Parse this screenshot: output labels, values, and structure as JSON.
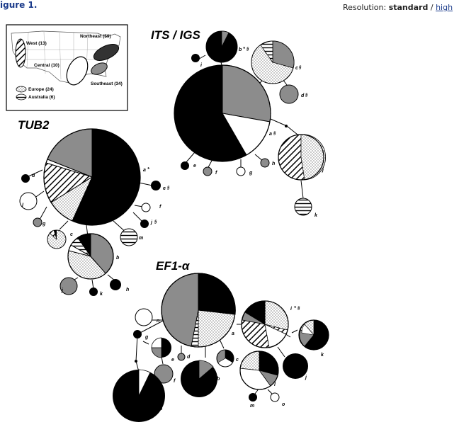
{
  "header": {
    "figure_label": "igure 1.",
    "resolution_label": "Resolution:",
    "resolution_current": "standard",
    "resolution_sep": "/",
    "resolution_link": "high"
  },
  "map_legend": {
    "west": "West (13)",
    "central": "Central (10)",
    "northeast": "Northeast (59)",
    "southeast": "Southeast (34)",
    "europe": "Europe (24)",
    "australia": "Australia (6)"
  },
  "panels": {
    "its": {
      "title": "ITS / IGS",
      "labels": [
        "b",
        "*",
        "§",
        "c",
        "§",
        "d",
        "§",
        "i",
        "a",
        "§",
        "e",
        "f",
        "g",
        "h",
        "j",
        "k"
      ]
    },
    "tub2": {
      "title": "TUB2",
      "labels": [
        "a",
        "*",
        "d",
        "e",
        "§",
        "l",
        "f",
        "g",
        "j",
        "§",
        "c",
        "m",
        "b",
        "j",
        "k",
        "h"
      ]
    },
    "ef1": {
      "title": "EF1-α",
      "labels": [
        "n",
        "i",
        "*",
        "§",
        "g",
        "a",
        "e",
        "d",
        "c",
        "k",
        "f",
        "b",
        "l",
        "j",
        "m",
        "o",
        "h"
      ]
    }
  },
  "colors": {
    "northeast": "#000000",
    "southeast": "#8c8c8c",
    "central": "#ffffff",
    "west": "hatched-diagonal",
    "europe": "stippled",
    "australia": "horizontal-stripes"
  }
}
